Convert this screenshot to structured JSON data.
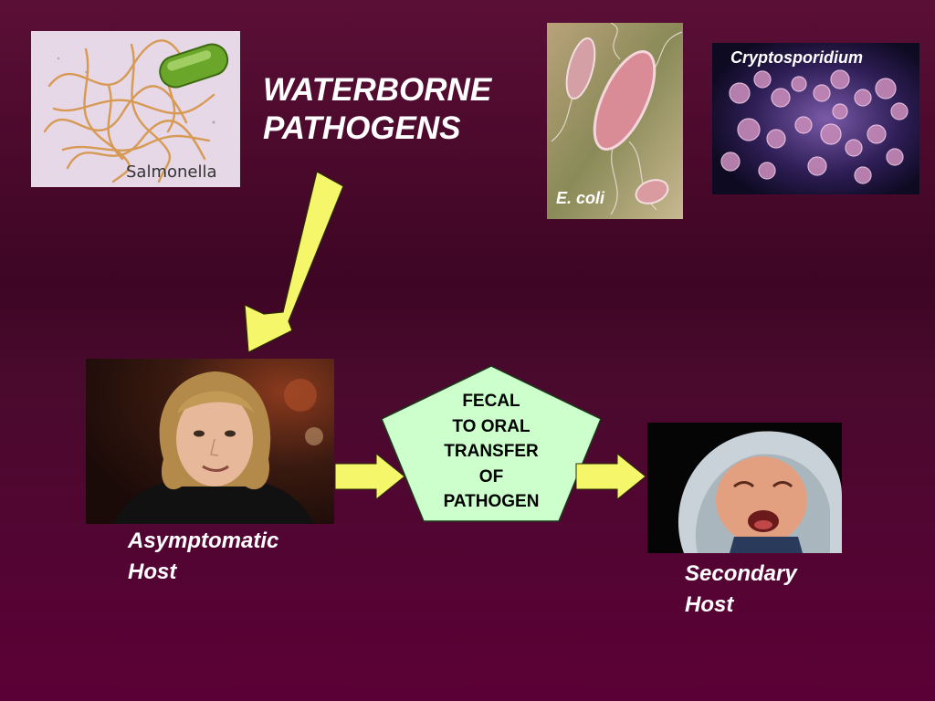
{
  "title": {
    "line1": "WATERBORNE",
    "line2": "PATHOGENS"
  },
  "images": {
    "salmonella": {
      "label": "Salmonella"
    },
    "ecoli": {
      "label": "E. coli"
    },
    "cryptosporidium": {
      "label": "Cryptosporidium"
    }
  },
  "process": {
    "line1": "FECAL",
    "line2": "TO ORAL",
    "line3": "TRANSFER",
    "line4": "OF",
    "line5": "PATHOGEN"
  },
  "hosts": {
    "asymptomatic": {
      "line1": "Asymptomatic",
      "line2": "Host"
    },
    "secondary": {
      "line1": "Secondary",
      "line2": "Host"
    }
  },
  "colors": {
    "background": "#4a0a2e",
    "arrow": "#f6f66a",
    "pentagon": "#ccffcc",
    "text": "#ffffff"
  }
}
